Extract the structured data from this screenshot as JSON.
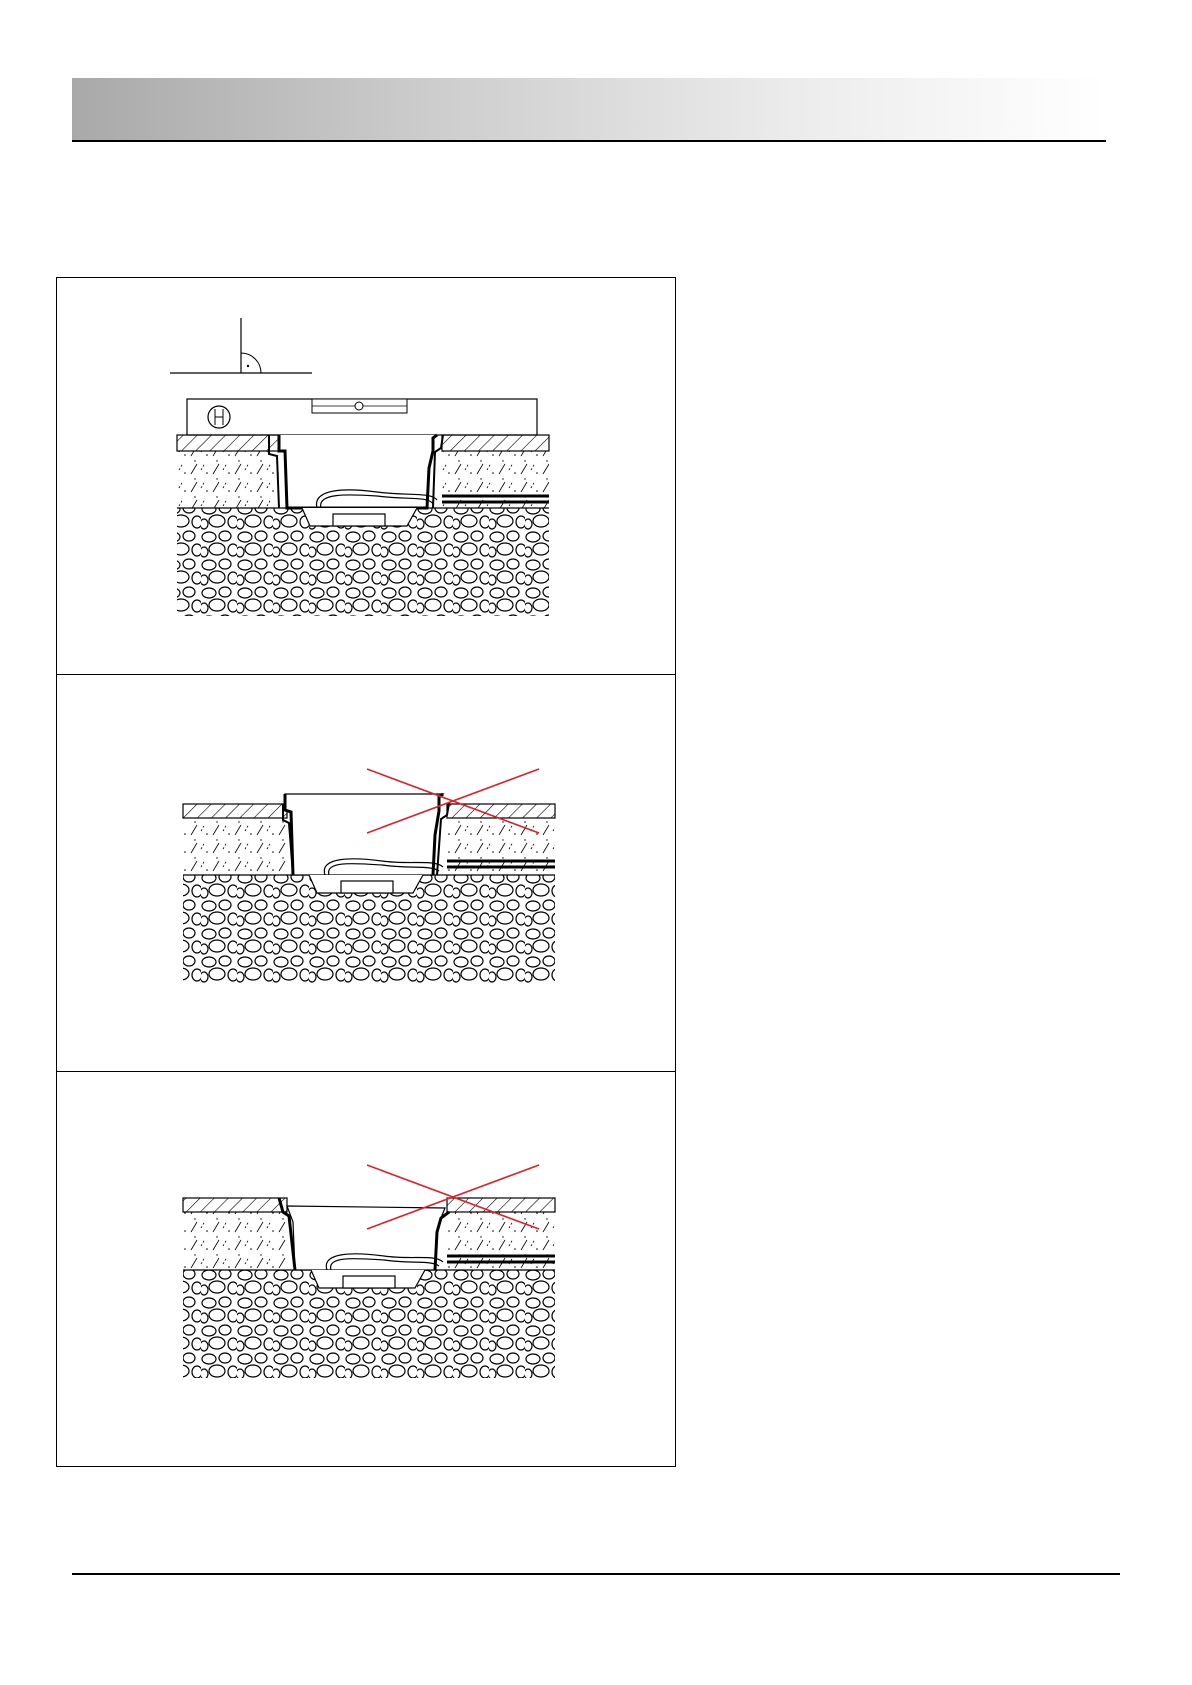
{
  "document": {
    "header": {
      "title": ""
    },
    "figure": {
      "panels": [
        {
          "id": "panel-1",
          "status": "correct",
          "shows_level": true
        },
        {
          "id": "panel-2",
          "status": "incorrect",
          "mark": "red-cross"
        },
        {
          "id": "panel-3",
          "status": "incorrect",
          "mark": "red-cross"
        }
      ]
    },
    "colors": {
      "line": "#000000",
      "cross": "#e0202a",
      "header_gradient_start": "#a9a9a9",
      "header_gradient_end": "#ffffff"
    }
  }
}
